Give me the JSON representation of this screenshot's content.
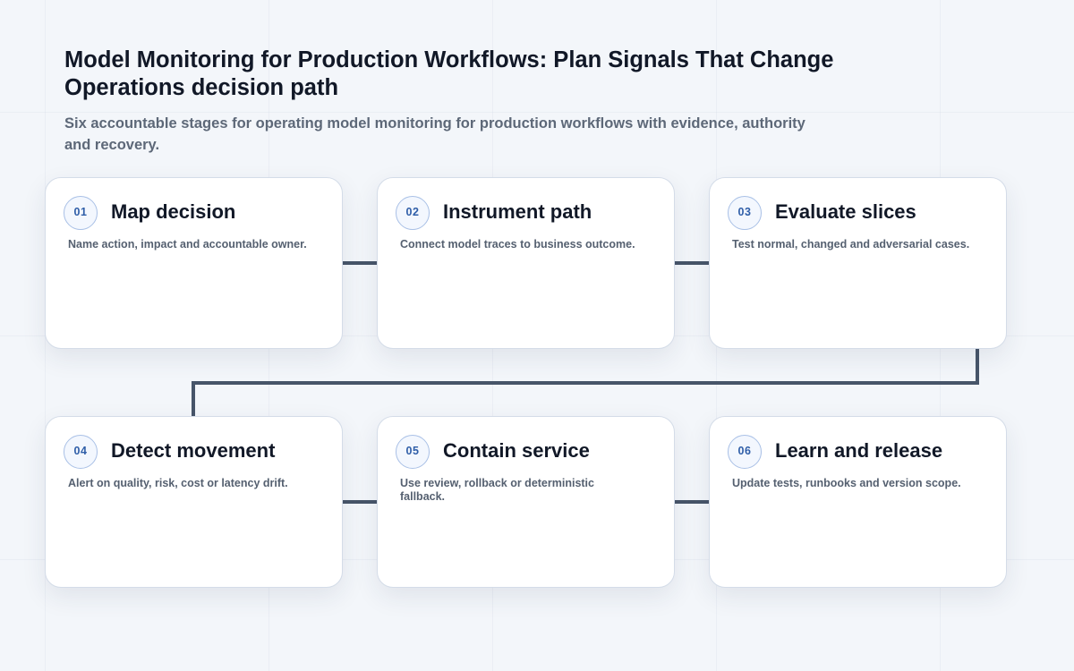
{
  "header": {
    "title": "Model Monitoring for Production Workflows: Plan Signals That Change Operations decision path",
    "subtitle": "Six accountable stages for operating model monitoring for production workflows with evidence, authority and recovery."
  },
  "stages": [
    {
      "number": "01",
      "title": "Map decision",
      "description": "Name action, impact and accountable owner."
    },
    {
      "number": "02",
      "title": "Instrument path",
      "description": "Connect model traces to business outcome."
    },
    {
      "number": "03",
      "title": "Evaluate slices",
      "description": "Test normal, changed and adversarial cases."
    },
    {
      "number": "04",
      "title": "Detect movement",
      "description": "Alert on quality, risk, cost or latency drift."
    },
    {
      "number": "05",
      "title": "Contain service",
      "description": "Use review, rollback or deterministic fallback."
    },
    {
      "number": "06",
      "title": "Learn and release",
      "description": "Update tests, runbooks and version scope."
    }
  ],
  "colors": {
    "connector": "#475569",
    "badge_text": "#2f5ea8",
    "badge_border": "#a9c0e6",
    "title_text": "#111827",
    "body_text": "#556070"
  }
}
